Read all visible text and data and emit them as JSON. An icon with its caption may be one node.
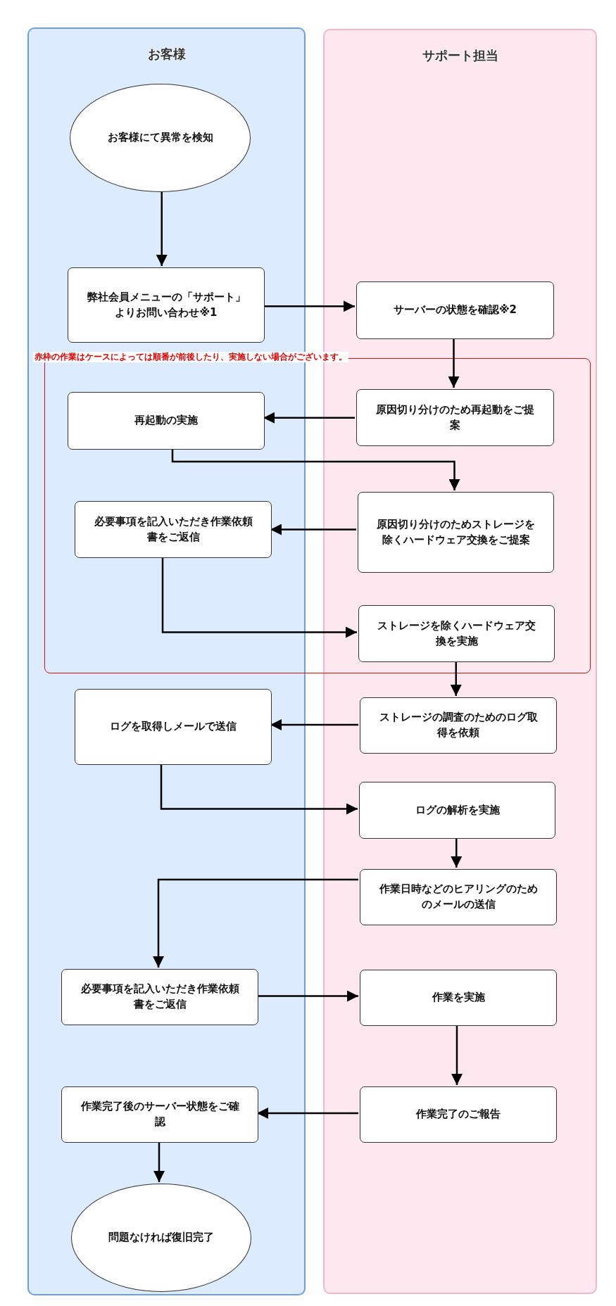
{
  "diagram": {
    "nodes": [
      {
        "text": [
          "お客様"
        ]
      },
      {
        "text": [
          "サポート担当"
        ]
      },
      {
        "text": [
          "お客様にて異常を検知"
        ],
        "in": 0
      },
      {
        "text": [
          "弊社会員メニューの「サポート」よりお問い合わせ※1"
        ],
        "in": 0
      },
      {
        "text": [
          "サーバーの状態を確認※2"
        ],
        "in": 1
      },
      {
        "text": [
          "再起動の実施"
        ],
        "in": 0
      },
      {
        "text": [
          "原因切り分けのため再起動をご提案"
        ],
        "in": 1
      },
      {
        "text": [
          "必要事項を記入いただき作業依頼書をご返信"
        ],
        "in": 0
      },
      {
        "text": [
          "原因切り分けのためストレージを除くハードウェア交換をご提案"
        ],
        "in": 1
      },
      {
        "text": [
          "ストレージを除くハードウェア交換を実施"
        ],
        "in": 1
      },
      {
        "text": [
          "ログを取得しメールで送信"
        ],
        "in": 0
      },
      {
        "text": [
          "ストレージの調査のためのログ取得を依頼"
        ],
        "in": 1
      },
      {
        "text": [
          "ログの解析を実施"
        ],
        "in": 1
      },
      {
        "text": [
          "作業日時などのヒアリングのためのメールの送信"
        ],
        "in": 1
      },
      {
        "text": [
          "必要事項を記入いただき作業依頼書をご返信"
        ],
        "in": 0
      },
      {
        "text": [
          "作業を実施"
        ],
        "in": 1
      },
      {
        "text": [
          "作業完了後のサーバー状態をご確認"
        ],
        "in": 0
      },
      {
        "text": [
          "作業完了のご報告"
        ],
        "in": 1
      },
      {
        "text": [
          "問題なければ復旧完了"
        ],
        "in": 0
      }
    ],
    "edges": [
      {
        "from": 2,
        "to": 3,
        "arrow": "to"
      },
      {
        "from": 3,
        "to": 4,
        "arrow": "to"
      },
      {
        "from": 4,
        "to": 6,
        "arrow": "to"
      },
      {
        "from": 6,
        "to": 5,
        "arrow": "to"
      },
      {
        "from": 5,
        "to": 8,
        "arrow": "to"
      },
      {
        "from": 8,
        "to": 7,
        "arrow": "to"
      },
      {
        "from": 7,
        "to": 9,
        "arrow": "to"
      },
      {
        "from": 9,
        "to": 11,
        "arrow": "to"
      },
      {
        "from": 11,
        "to": 10,
        "arrow": "to"
      },
      {
        "from": 10,
        "to": 12,
        "arrow": "to"
      },
      {
        "from": 12,
        "to": 13,
        "arrow": "to"
      },
      {
        "from": 13,
        "to": 14,
        "arrow": "to"
      },
      {
        "from": 14,
        "to": 15,
        "arrow": "to"
      },
      {
        "from": 15,
        "to": 17,
        "arrow": "to"
      },
      {
        "from": 17,
        "to": 16,
        "arrow": "to"
      },
      {
        "from": 16,
        "to": 18,
        "arrow": "to"
      }
    ],
    "labels": [
      "赤枠の作業はケースによっては順番が前後したり、実施しない場合がございます。"
    ]
  }
}
